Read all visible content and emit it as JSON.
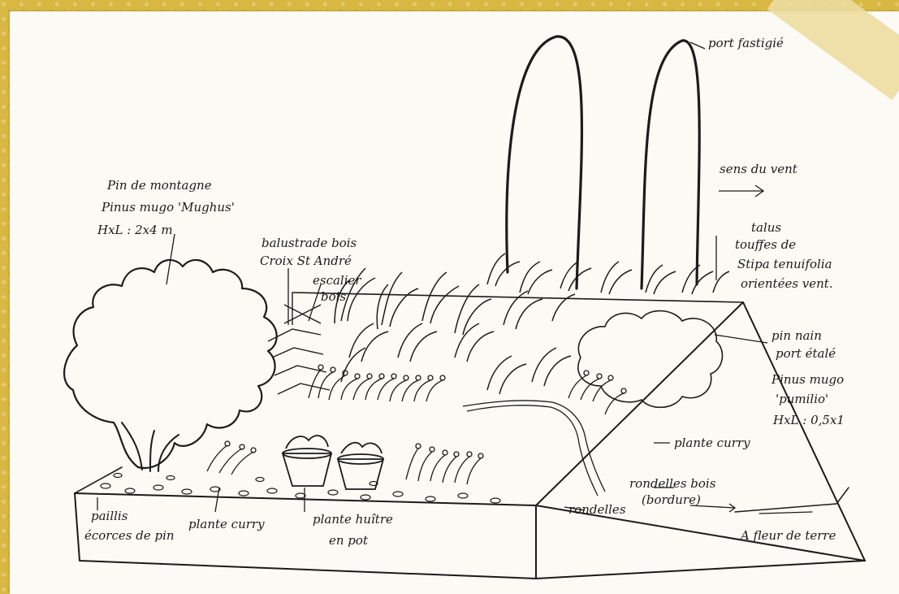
{
  "labels": {
    "pin_montagne_1": "Pin de montagne",
    "pin_montagne_2": "Pinus mugo 'Mughus'",
    "pin_montagne_3": "HxL : 2x4 m",
    "balustrade_1": "balustrade bois",
    "balustrade_2": "Croix St André",
    "escalier_1": "escalier",
    "escalier_2": "bois",
    "port_fastigie": "port fastigié",
    "sens_vent": "sens du vent",
    "talus_1": "talus",
    "talus_2": "touffes de",
    "talus_3": "Stipa tenuifolia",
    "talus_4": "orientées vent.",
    "pin_nain_1": "pin nain",
    "pin_nain_2": "port étalé",
    "pin_nain_3": "Pinus mugo",
    "pin_nain_4": "'pumilio'",
    "pin_nain_5": "HxL : 0,5x1",
    "plante_curry_right": "plante curry",
    "rondelles_bordure_1": "rondelles bois",
    "rondelles_bordure_2": "(bordure)",
    "rondelles": "rondelles",
    "affleur_1": "A fleur de terre",
    "paillis_1": "paillis",
    "paillis_2": "écorces de pin",
    "plante_curry_left": "plante curry",
    "plante_huitre_1": "plante huître",
    "plante_huitre_2": "en pot"
  }
}
